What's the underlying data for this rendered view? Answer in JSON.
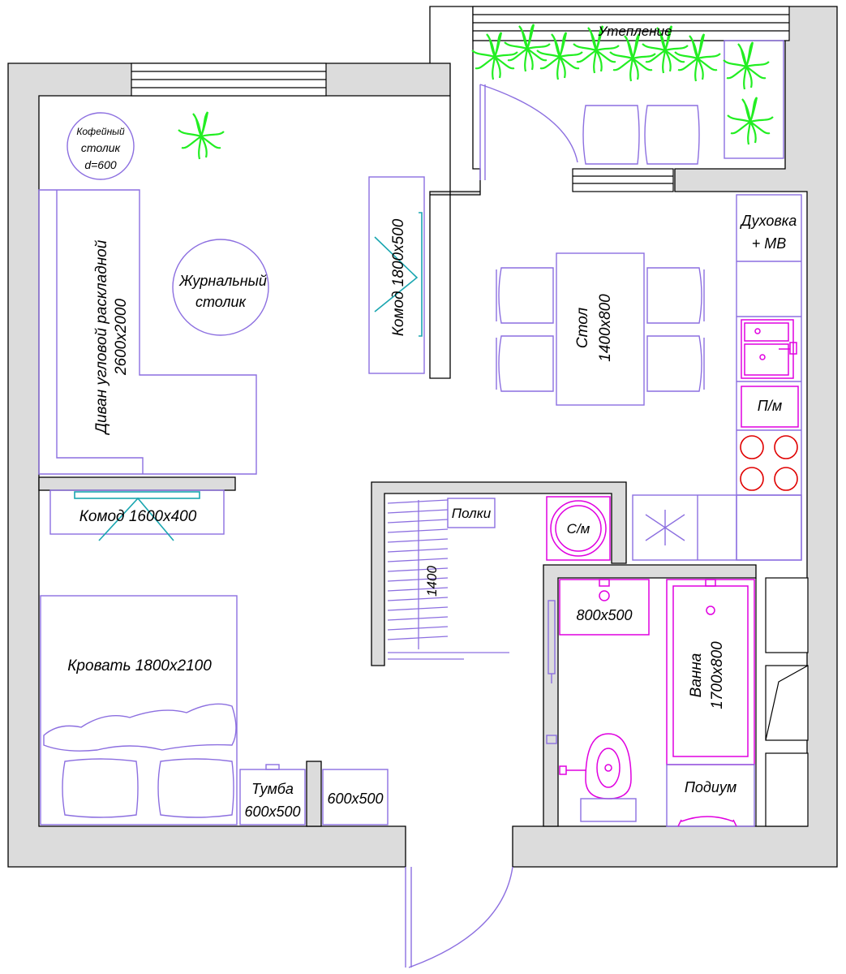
{
  "labels": {
    "insulation": "Утепление",
    "coffee_table": [
      "Кофейный",
      "столик",
      "d=600"
    ],
    "journal_table": [
      "Журнальный",
      "столик"
    ],
    "sofa": [
      "Диван угловой раскладной",
      "2600х2000"
    ],
    "dresser_1800": "Комод 1800х500",
    "dresser_1600": "Комод 1600х400",
    "table": [
      "Стол",
      "1400х800"
    ],
    "oven": [
      "Духовка",
      "+ МВ"
    ],
    "dishwasher": "П/м",
    "shelves": "Полки",
    "closet_width": "1400",
    "washer": "С/м",
    "sink_size": "800х500",
    "bath": [
      "Ванна",
      "1700х800"
    ],
    "podium": "Подиум",
    "bed": "Кровать 1800х2100",
    "nightstand": [
      "Тумба",
      "600х500"
    ],
    "cabinet": "600х500"
  },
  "colors": {
    "wall_fill": "#dcdcdc",
    "furniture": "#8c6fe0",
    "plumbing": "#e000e0",
    "stove": "#e00000",
    "plants": "#22ee22",
    "dresser_marks": "#1aa6b0"
  }
}
